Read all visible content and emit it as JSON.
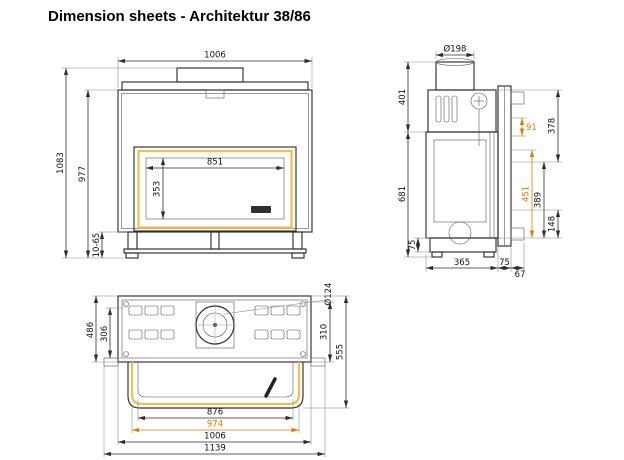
{
  "title": "Dimension sheets - Architektur 38/86",
  "colors": {
    "accent": "#e07b00",
    "glass": "#f0c04a",
    "line": "#2e2e2e"
  },
  "front_view": {
    "dims": {
      "top_width": "1006",
      "overall_height": "1083",
      "body_height": "977",
      "glass_width": "851",
      "glass_height": "353",
      "foot_adjust_range": "10-65"
    }
  },
  "side_view": {
    "dims": {
      "flue_diameter": "Ø198",
      "upper_height": "401",
      "lower_height": "681",
      "top_zone": "378",
      "accent_offset": "91",
      "mid_zone": "389",
      "accent_height": "451",
      "lower_zone": "148",
      "base_height": "75",
      "body_depth": "365",
      "frame_depth": "75",
      "front_depth": "67"
    }
  },
  "plan_view": {
    "dims": {
      "air_inlet_diameter": "Ø124",
      "outer_depth": "486",
      "inner_depth": "306",
      "body_depth": "310",
      "total_depth": "555",
      "glass_width": "876",
      "frame_width": "974",
      "body_width": "1006",
      "overall_width": "1139"
    }
  }
}
